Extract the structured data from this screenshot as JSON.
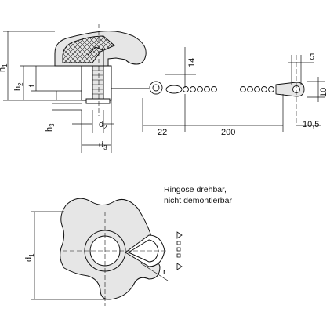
{
  "top_view": {
    "dims": {
      "h": "h",
      "h_sub": "1",
      "h2": "h",
      "h2_sub": "2",
      "t": "t",
      "h3": "h",
      "h3_sub": "3",
      "d2": "d",
      "d2_sub": "2",
      "d3": "d",
      "d3_sub": "3",
      "len_22": "22",
      "len_200": "200",
      "v_14": "14",
      "v_5": "5",
      "v_10": "10",
      "v_10_5": "10,5"
    }
  },
  "bottom_view": {
    "dims": {
      "d1": "d",
      "d1_sub": "1",
      "r": "r"
    },
    "note": [
      "Ringöse drehbar,",
      "nicht demontierbar"
    ]
  },
  "colors": {
    "body_fill": "#e6e6e6",
    "line": "#111111",
    "hatch": "#222222"
  }
}
